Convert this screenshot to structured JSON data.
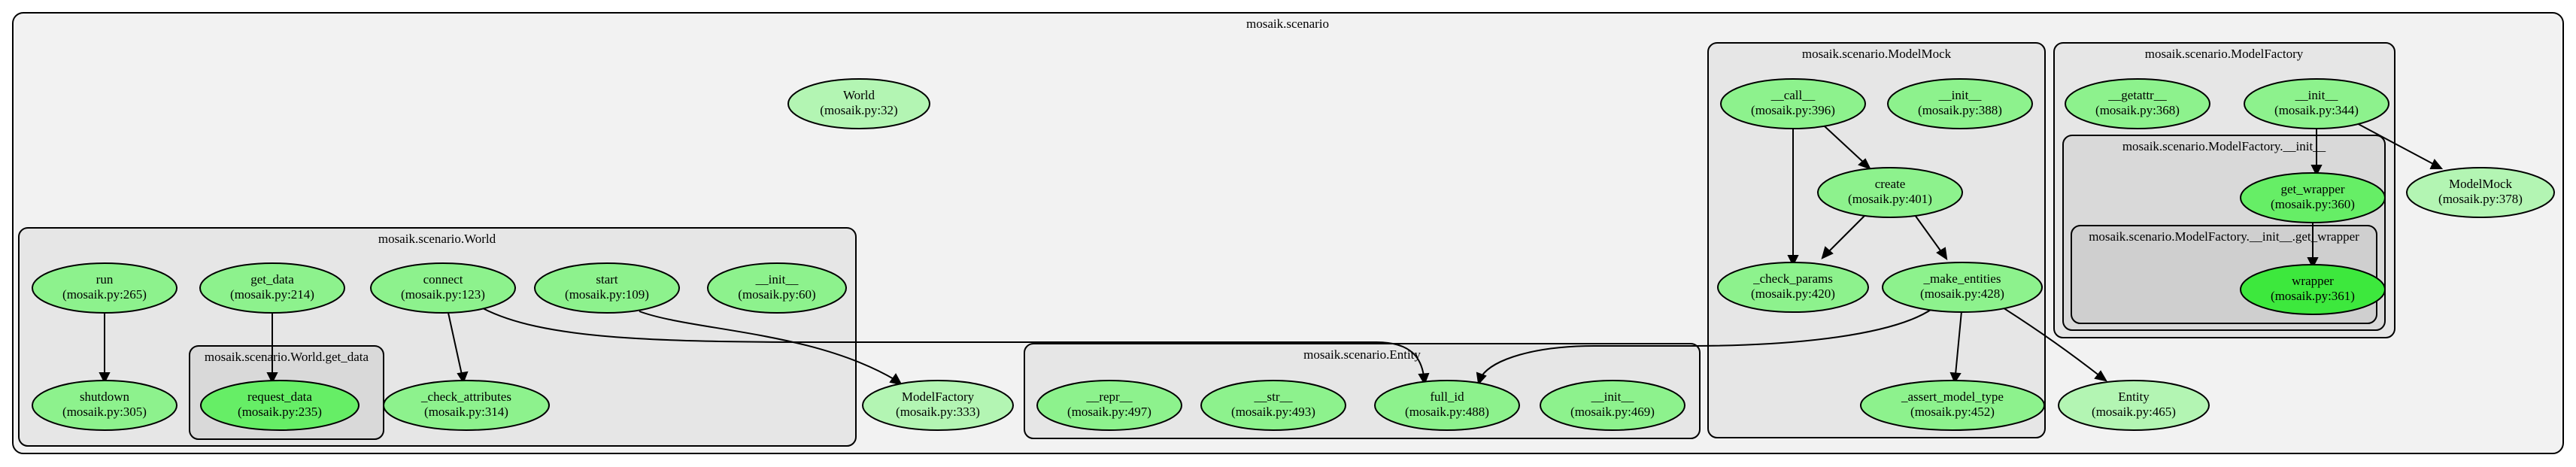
{
  "colors": {
    "lvl0": "#f2f2f2",
    "lvl1": "#e6e6e6",
    "lvl2": "#d9d9d9",
    "lvl3": "#cfcfcf",
    "node_light": "#b3f5b3",
    "node_mid": "#8df28d",
    "node_strong": "#66ee66",
    "node_strongest": "#3de83d"
  },
  "clusters": {
    "root": "mosaik.scenario",
    "model_mock": "mosaik.scenario.ModelMock",
    "model_factory": "mosaik.scenario.ModelFactory",
    "model_factory_init": "mosaik.scenario.ModelFactory.__init__",
    "model_factory_init_get_wrapper": "mosaik.scenario.ModelFactory.__init__.get_wrapper",
    "world": "mosaik.scenario.World",
    "world_get_data": "mosaik.scenario.World.get_data",
    "entity": "mosaik.scenario.Entity"
  },
  "nodes": {
    "world": {
      "name": "World",
      "loc": "(mosaik.py:32)"
    },
    "mm_call": {
      "name": "__call__",
      "loc": "(mosaik.py:396)"
    },
    "mm_init": {
      "name": "__init__",
      "loc": "(mosaik.py:388)"
    },
    "mm_create": {
      "name": "create",
      "loc": "(mosaik.py:401)"
    },
    "mm_check_params": {
      "name": "_check_params",
      "loc": "(mosaik.py:420)"
    },
    "mm_make_entities": {
      "name": "_make_entities",
      "loc": "(mosaik.py:428)"
    },
    "mm_assert_model_type": {
      "name": "_assert_model_type",
      "loc": "(mosaik.py:452)"
    },
    "mf_getattr": {
      "name": "__getattr__",
      "loc": "(mosaik.py:368)"
    },
    "mf_init": {
      "name": "__init__",
      "loc": "(mosaik.py:344)"
    },
    "mf_get_wrapper": {
      "name": "get_wrapper",
      "loc": "(mosaik.py:360)"
    },
    "mf_wrapper": {
      "name": "wrapper",
      "loc": "(mosaik.py:361)"
    },
    "model_mock": {
      "name": "ModelMock",
      "loc": "(mosaik.py:378)"
    },
    "w_run": {
      "name": "run",
      "loc": "(mosaik.py:265)"
    },
    "w_get_data": {
      "name": "get_data",
      "loc": "(mosaik.py:214)"
    },
    "w_connect": {
      "name": "connect",
      "loc": "(mosaik.py:123)"
    },
    "w_start": {
      "name": "start",
      "loc": "(mosaik.py:109)"
    },
    "w_init": {
      "name": "__init__",
      "loc": "(mosaik.py:60)"
    },
    "w_shutdown": {
      "name": "shutdown",
      "loc": "(mosaik.py:305)"
    },
    "w_request_data": {
      "name": "request_data",
      "loc": "(mosaik.py:235)"
    },
    "w_check_attributes": {
      "name": "_check_attributes",
      "loc": "(mosaik.py:314)"
    },
    "model_factory": {
      "name": "ModelFactory",
      "loc": "(mosaik.py:333)"
    },
    "e_repr": {
      "name": "__repr__",
      "loc": "(mosaik.py:497)"
    },
    "e_str": {
      "name": "__str__",
      "loc": "(mosaik.py:493)"
    },
    "e_full_id": {
      "name": "full_id",
      "loc": "(mosaik.py:488)"
    },
    "e_init": {
      "name": "__init__",
      "loc": "(mosaik.py:469)"
    },
    "entity": {
      "name": "Entity",
      "loc": "(mosaik.py:465)"
    }
  }
}
